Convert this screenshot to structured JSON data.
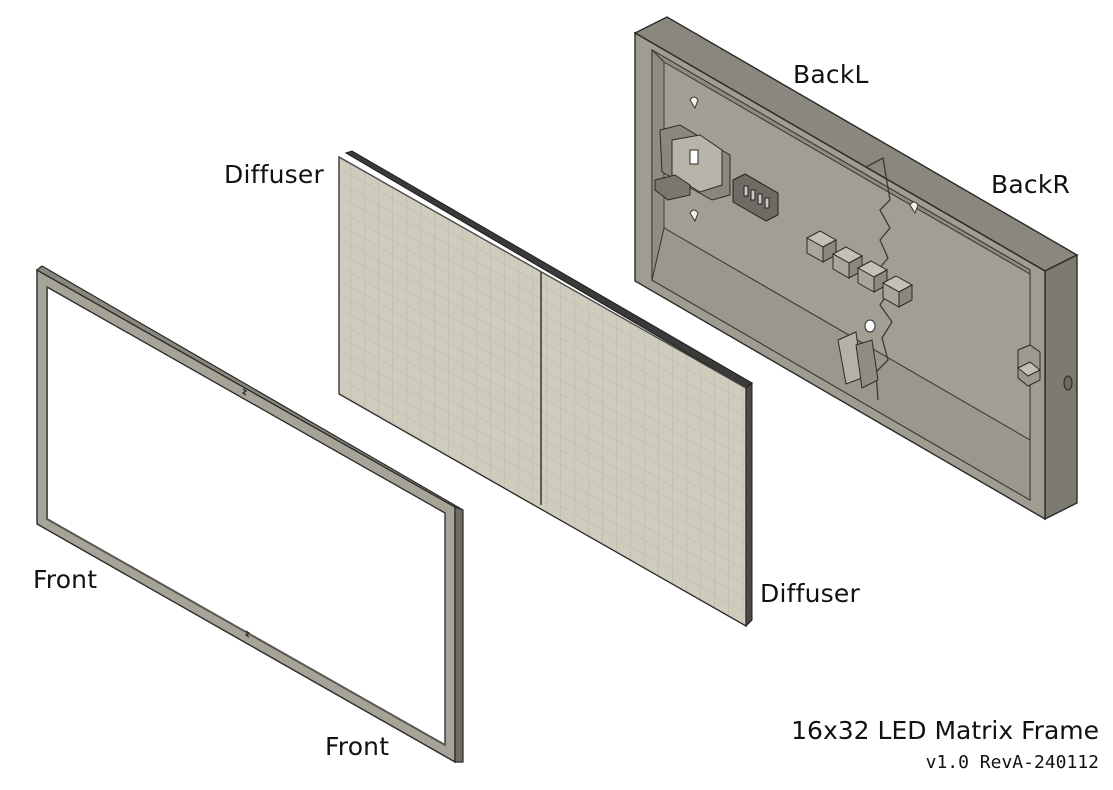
{
  "labels": {
    "backl": "BackL",
    "backr": "BackR",
    "diffuser_top": "Diffuser",
    "diffuser_bottom": "Diffuser",
    "front_left": "Front",
    "front_bottom": "Front"
  },
  "title_block": {
    "title": "16x32 LED Matrix Frame",
    "version": "v1.0 RevA-240112"
  },
  "colors": {
    "frame_face": "#8f8c82",
    "frame_dark": "#5c5a54",
    "frame_light": "#b9b6ab",
    "diffuser_face": "#cfcbbd",
    "diffuser_grid": "#bdb9aa",
    "diffuser_edge": "#3a3a38",
    "back_inner": "#a3a096",
    "back_floor": "#96938a",
    "back_rim": "#7b786f",
    "outline": "#2a2a28"
  }
}
